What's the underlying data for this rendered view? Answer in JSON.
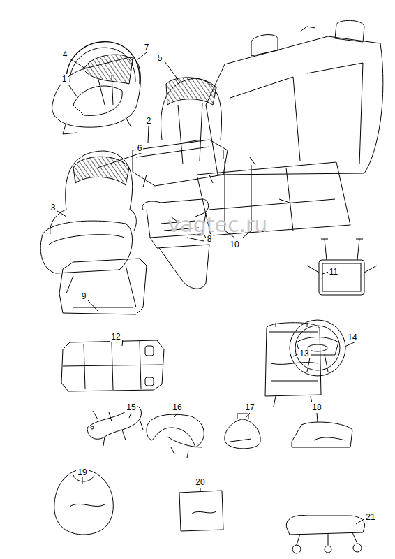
{
  "diagram": {
    "labels": [
      "1",
      "2",
      "3",
      "4",
      "5",
      "6",
      "7",
      "8",
      "9",
      "10",
      "11",
      "12",
      "13",
      "14",
      "15",
      "16",
      "17",
      "18",
      "19",
      "20",
      "21",
      "vagtec.ru"
    ]
  }
}
